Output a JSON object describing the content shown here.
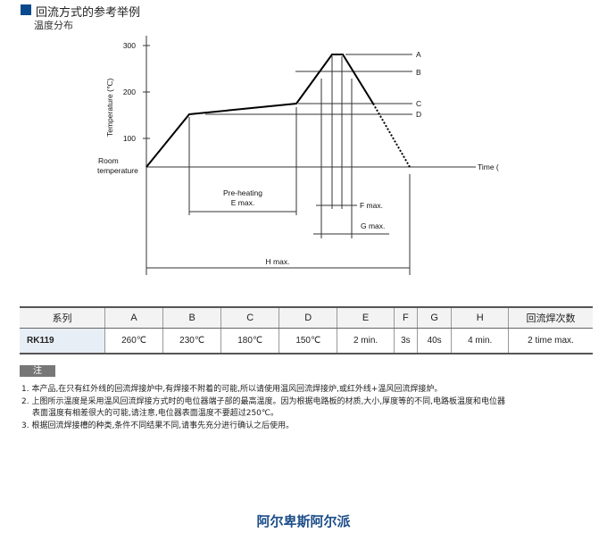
{
  "header": {
    "title": "回流方式的参考举例",
    "subtitle": "温度分布"
  },
  "diagram": {
    "y_axis_label": "Temperature (℃)",
    "y_ticks": [
      "300",
      "200",
      "100"
    ],
    "room_label_1": "Room",
    "room_label_2": "temperature",
    "x_axis_label": "Time (",
    "levels": [
      "A",
      "B",
      "C",
      "D"
    ],
    "e_label_1": "Pre-heating",
    "e_label_2": "E max.",
    "f_label": "F max.",
    "g_label": "G max.",
    "h_label": "H max."
  },
  "table": {
    "headers": [
      "系列",
      "A",
      "B",
      "C",
      "D",
      "E",
      "F",
      "G",
      "H",
      "回流焊次数"
    ],
    "rows": [
      [
        "RK119",
        "260℃",
        "230℃",
        "180℃",
        "150℃",
        "2 min.",
        "3s",
        "40s",
        "4 min.",
        "2 time max."
      ]
    ]
  },
  "notes": {
    "tag": "注",
    "items": [
      "1. 本产品,在只有红外线的回流焊接炉中,有焊接不附着的可能,所以请使用温风回流焊接炉,或红外线+温风回流焊接炉。",
      "2. 上图所示温度是采用温风回流焊接方式时的电位器端子部的最高温度。因为根据电路板的材质,大小,厚度等的不同,电路板温度和电位器",
      "表面温度有相差很大的可能,请注意,电位器表面温度不要超过250℃。",
      "3. 根据回流焊接槽的种类,条件不同结果不同,请事先充分进行确认之后使用。"
    ]
  },
  "footer": {
    "brand": "阿尔卑斯阿尔派"
  }
}
